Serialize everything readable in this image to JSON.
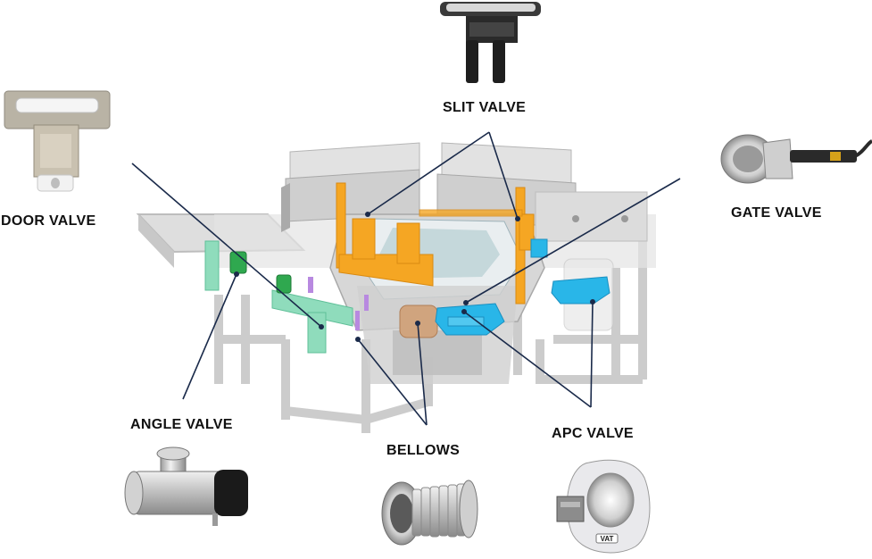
{
  "labels": {
    "slit_valve": "SLIT VALVE",
    "door_valve": "DOOR VALVE",
    "gate_valve": "GATE VALVE",
    "angle_valve": "ANGLE VALVE",
    "bellows": "BELLOWS",
    "apc_valve": "APC VALVE"
  },
  "apc_product_logo": "VAT",
  "colors": {
    "slit_valve": "#f5a623",
    "door_valve": "#7fd9b3",
    "angle_valve": "#2fa84f",
    "bellows": "#c9a07a",
    "apc_valve": "#29b6e8",
    "leader_line": "#1a2a4a",
    "frame": "#c8c8c8"
  },
  "icons": [
    "slit-valve-photo",
    "door-valve-photo",
    "gate-valve-photo",
    "angle-valve-photo",
    "bellows-photo",
    "apc-valve-photo"
  ]
}
